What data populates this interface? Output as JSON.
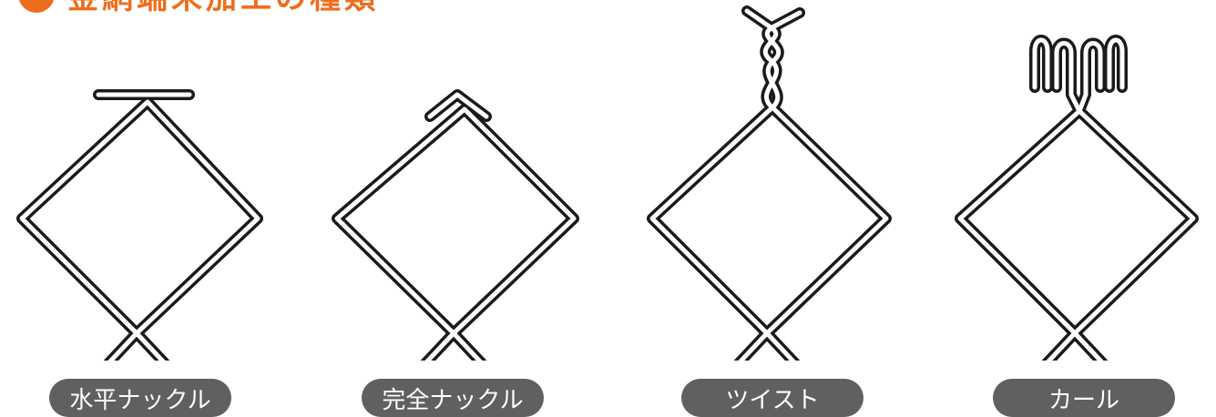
{
  "title": "金網端末加工の種類",
  "accent_color": "#ee6d1c",
  "labels": {
    "horizontal_knuckle": "水平ナックル",
    "full_knuckle": "完全ナックル",
    "twist": "ツイスト",
    "curl": "カール"
  }
}
